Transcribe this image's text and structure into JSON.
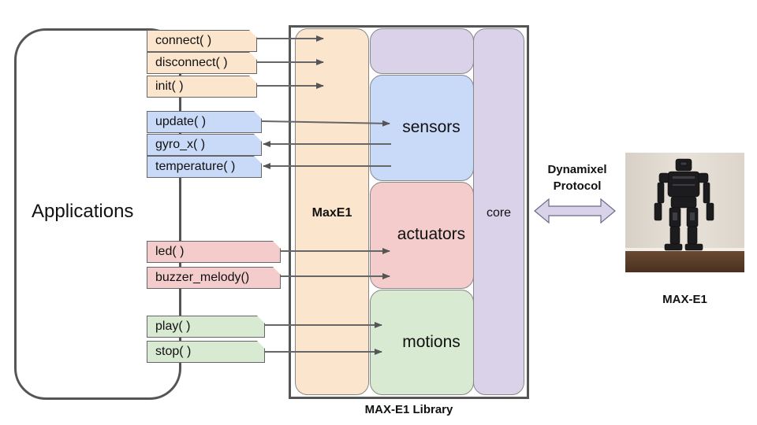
{
  "applications": {
    "label": "Applications"
  },
  "api": {
    "lifecycle": [
      "connect( )",
      "disconnect( )",
      "init( )"
    ],
    "sensors": [
      "update( )",
      "gyro_x( )",
      "temperature( )"
    ],
    "actuators": [
      "led( )",
      "buzzer_melody()"
    ],
    "motions": [
      "play( )",
      "stop( )"
    ]
  },
  "library": {
    "title": "MAX-E1 Library",
    "maxe1": "MaxE1",
    "sensors": "sensors",
    "actuators": "actuators",
    "motions": "motions",
    "core": "core"
  },
  "protocol": {
    "line1": "Dynamixel",
    "line2": "Protocol"
  },
  "robot": {
    "label": "MAX-E1"
  },
  "colors": {
    "orange": "#fce5cd",
    "blue": "#c9daf8",
    "red": "#f4cccc",
    "green": "#d9ead3",
    "purple": "#d9d2e9"
  }
}
